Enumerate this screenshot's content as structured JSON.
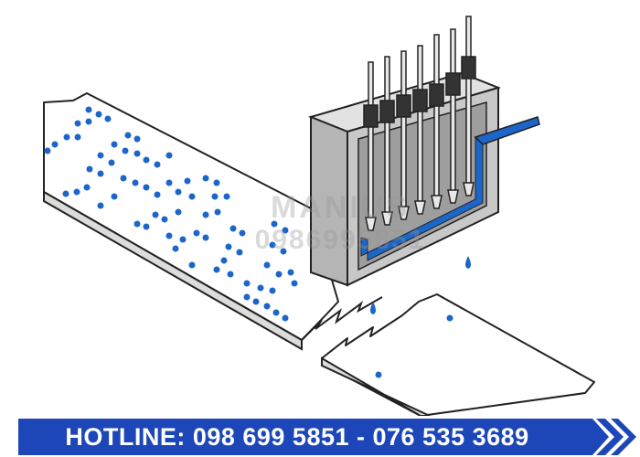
{
  "watermark": {
    "name": "MANIUS",
    "phone": "0986995851"
  },
  "hotline": {
    "text": "HOTLINE: 098 699 5851 - 076 535 3689"
  },
  "colors": {
    "accent_blue": "#1d66c9",
    "banner_blue": "#1d47b8",
    "block_gray": "#bdbdbd",
    "outline": "#222222"
  }
}
